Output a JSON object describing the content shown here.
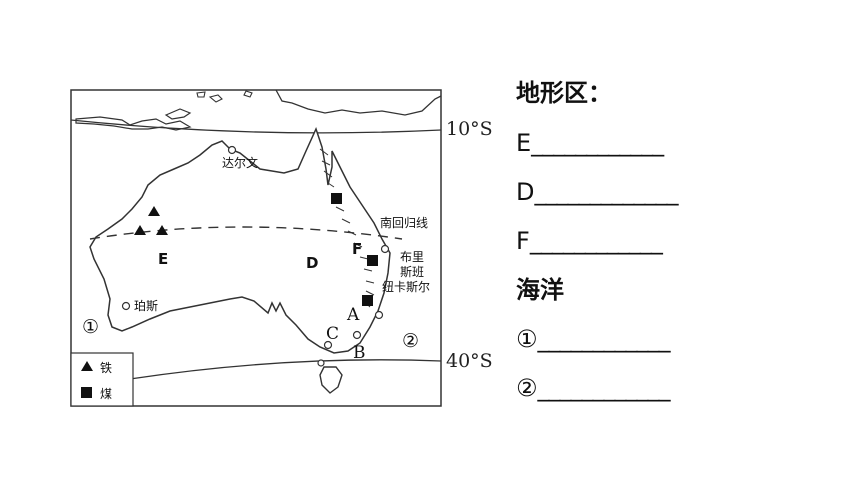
{
  "map": {
    "lat_labels": [
      "10°S",
      "40°S"
    ],
    "tropic_label": "南回归线",
    "cities": [
      "达尔文",
      "珀斯",
      "布里",
      "斯班",
      "纽卡斯尔"
    ],
    "point_letters": [
      "A",
      "B",
      "C"
    ],
    "region_letters": [
      "E",
      "D",
      "F"
    ],
    "ocean_markers": [
      "①",
      "②"
    ],
    "legend": [
      {
        "symbol": "triangle",
        "label": "铁"
      },
      {
        "symbol": "square",
        "label": "煤"
      }
    ]
  },
  "panel": {
    "landform_heading": "地形区：",
    "landform_items": [
      {
        "letter": "E",
        "blank": "____________"
      },
      {
        "letter": "D",
        "blank": "_____________"
      },
      {
        "letter": "F",
        "blank": "____________"
      }
    ],
    "ocean_heading": "海洋",
    "ocean_items": [
      {
        "letter": "①",
        "blank": "____________"
      },
      {
        "letter": "②",
        "blank": "____________"
      }
    ]
  }
}
